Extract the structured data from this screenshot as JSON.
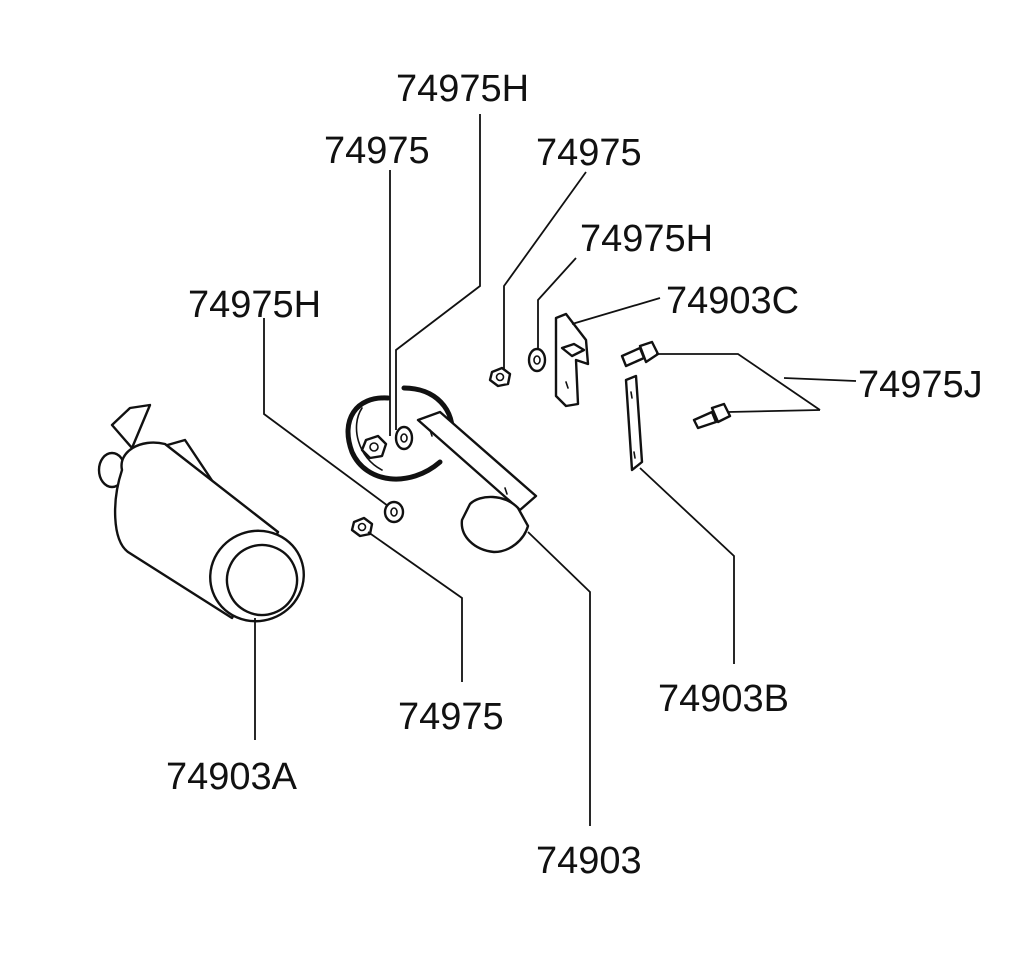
{
  "labels": {
    "top_hose_clamp_top": "74975H",
    "nut_top_left": "74975",
    "nut_top_right": "74975",
    "washer_right": "74975H",
    "bracket_small": "74903C",
    "washer_left": "74975H",
    "bolts": "74975J",
    "bracket_flat": "74903B",
    "nut_lower": "74975",
    "canister": "74903A",
    "clamp_bracket": "74903"
  },
  "colors": {
    "ink": "#111111",
    "background": "#ffffff"
  }
}
